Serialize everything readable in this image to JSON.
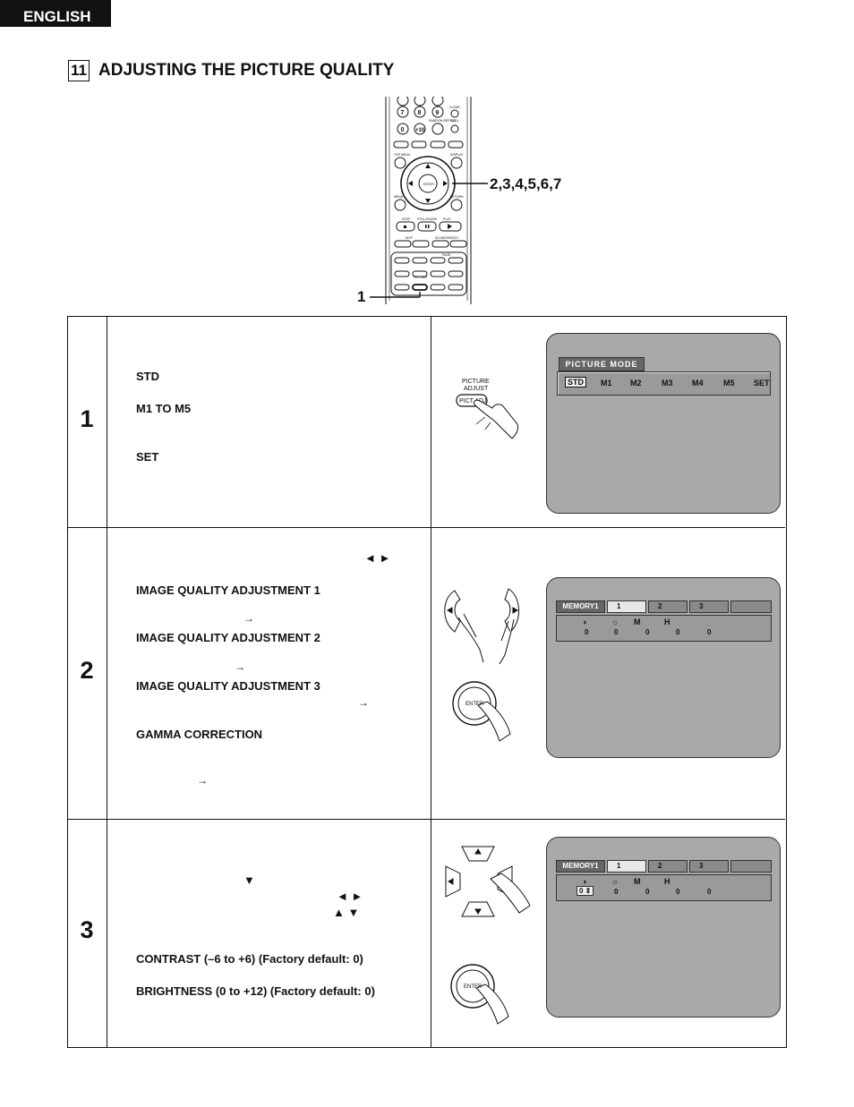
{
  "language_tab": "ENGLISH",
  "section": {
    "number": "11",
    "title": "ADJUSTING THE PICTURE QUALITY"
  },
  "remote": {
    "callout_right": "2,3,4,5,6,7",
    "callout_left": "1",
    "buttons": {
      "clear": "CLEAR",
      "call": "CALL",
      "random_repeat": "RANDOM  REPEAT",
      "top_menu": "TOP MENU",
      "display": "DISPLAY",
      "enter": "ENTER",
      "menu": "MENU",
      "return": "RETURN",
      "stop": "STOP",
      "still_pause": "STILL/PAUSE",
      "play": "PLAY",
      "skip": "SKIP",
      "slow_search": "SLOW/SEARCH",
      "page": "PAGE",
      "pict_adj": "PICT ADJ"
    }
  },
  "steps": [
    {
      "number": "1",
      "labels": [
        "STD",
        "M1 TO M5",
        "SET"
      ],
      "button_caption_line1": "PICTURE",
      "button_caption_line2": "ADJUST",
      "button_label": "PICT ADJ",
      "screen": {
        "title": "PICTURE  MODE",
        "modes": [
          "STD",
          "M1",
          "M2",
          "M3",
          "M4",
          "M5",
          "SET"
        ],
        "selected": "STD"
      }
    },
    {
      "number": "2",
      "arrows_top": "◄ ►",
      "labels": [
        "IMAGE QUALITY ADJUSTMENT 1",
        "IMAGE QUALITY ADJUSTMENT 2",
        "IMAGE QUALITY ADJUSTMENT 3",
        "GAMMA CORRECTION"
      ],
      "small_arrow": "→",
      "enter_label": "ENTER",
      "screen": {
        "memory_tab": "MEMORY1",
        "tabs": [
          "1",
          "2",
          "3"
        ],
        "m_label": "M",
        "h_label": "H",
        "values": [
          "0",
          "0",
          "0",
          "0",
          "0"
        ]
      }
    },
    {
      "number": "3",
      "down_arrow": "▼",
      "lr_arrows": "◄ ►",
      "ud_arrows": "▲ ▼",
      "labels": [
        "CONTRAST (–6 to +6) (Factory default: 0)",
        "BRIGHTNESS (0 to +12) (Factory default: 0)"
      ],
      "enter_label": "ENTER",
      "screen": {
        "memory_tab": "MEMORY1",
        "tabs": [
          "1",
          "2",
          "3"
        ],
        "m_label": "M",
        "h_label": "H",
        "values": [
          "0 ⇕",
          "0",
          "0",
          "0",
          "0"
        ]
      }
    }
  ]
}
